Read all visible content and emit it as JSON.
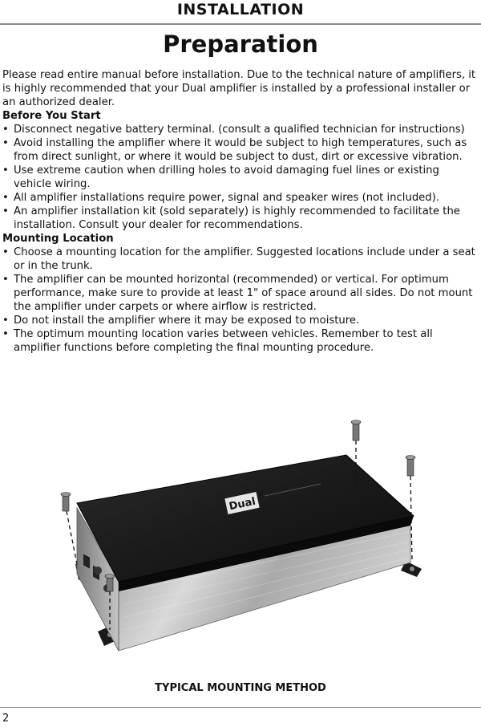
{
  "header": {
    "section_title": "INSTALLATION"
  },
  "page_title": "Preparation",
  "intro": "Please read entire manual before installation. Due to the technical nature of amplifiers, it is highly recommended that your Dual amplifier is installed by a professional installer or an authorized dealer.",
  "before_you_start": {
    "heading": "Before You Start",
    "items": [
      "Disconnect negative battery terminal. (consult a qualified technician for instructions)",
      "Avoid installing the amplifier where it would be subject to high temperatures, such as from direct sunlight, or where it would be subject to dust, dirt or excessive vibration.",
      "Use extreme caution when drilling holes to avoid damaging fuel lines or existing vehicle wiring.",
      "All amplifier installations require power, signal and speaker wires (not included).",
      "An amplifier installation kit (sold separately) is highly recommended to facilitate the installation. Consult your dealer for recommendations."
    ]
  },
  "mounting_location": {
    "heading": "Mounting Location",
    "items": [
      "Choose a mounting location for the amplifier. Suggested locations include under a seat or in the trunk.",
      "The amplifier can be mounted horizontal (recommended) or vertical. For optimum performance, make sure to provide at least 1\" of space around all sides. Do not mount the amplifier under carpets or where airflow is restricted.",
      "Do not install the amplifier where it may be exposed to moisture.",
      "The optimum mounting location varies between vehicles. Remember to test all amplifier functions before completing the final mounting procedure."
    ]
  },
  "illustration": {
    "logo_text": "Dual"
  },
  "caption": "TYPICAL MOUNTING METHOD",
  "page_number": "2",
  "colors": {
    "rule": "#8a8a8a",
    "amp_top": "#1c1c1c",
    "amp_side": "#b9b9b9"
  }
}
